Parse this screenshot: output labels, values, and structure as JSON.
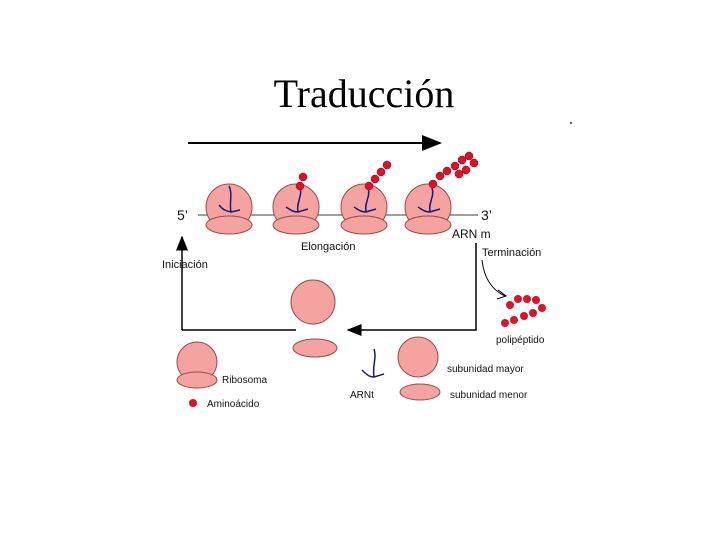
{
  "title": "Traducción",
  "labels": {
    "five_prime": "5’",
    "three_prime": "3’",
    "arn_m": "ARN m",
    "elongacion": "Elongación",
    "terminacion": "Terminación",
    "iniciacion": "Iniciación",
    "polipeptido": "polipéptido",
    "subunidad_mayor": "subunidad mayor",
    "subunidad_menor": "subunidad menor",
    "arnt": "ARNt",
    "ribosoma": "Ribosoma",
    "aminoacido": "Aminoácido"
  },
  "colors": {
    "ribosome_fill": "#f4a3a0",
    "ribosome_stroke": "#9c4a48",
    "aminoacid": "#e0102a",
    "trna": "#1a1a7a",
    "line": "#000000"
  }
}
